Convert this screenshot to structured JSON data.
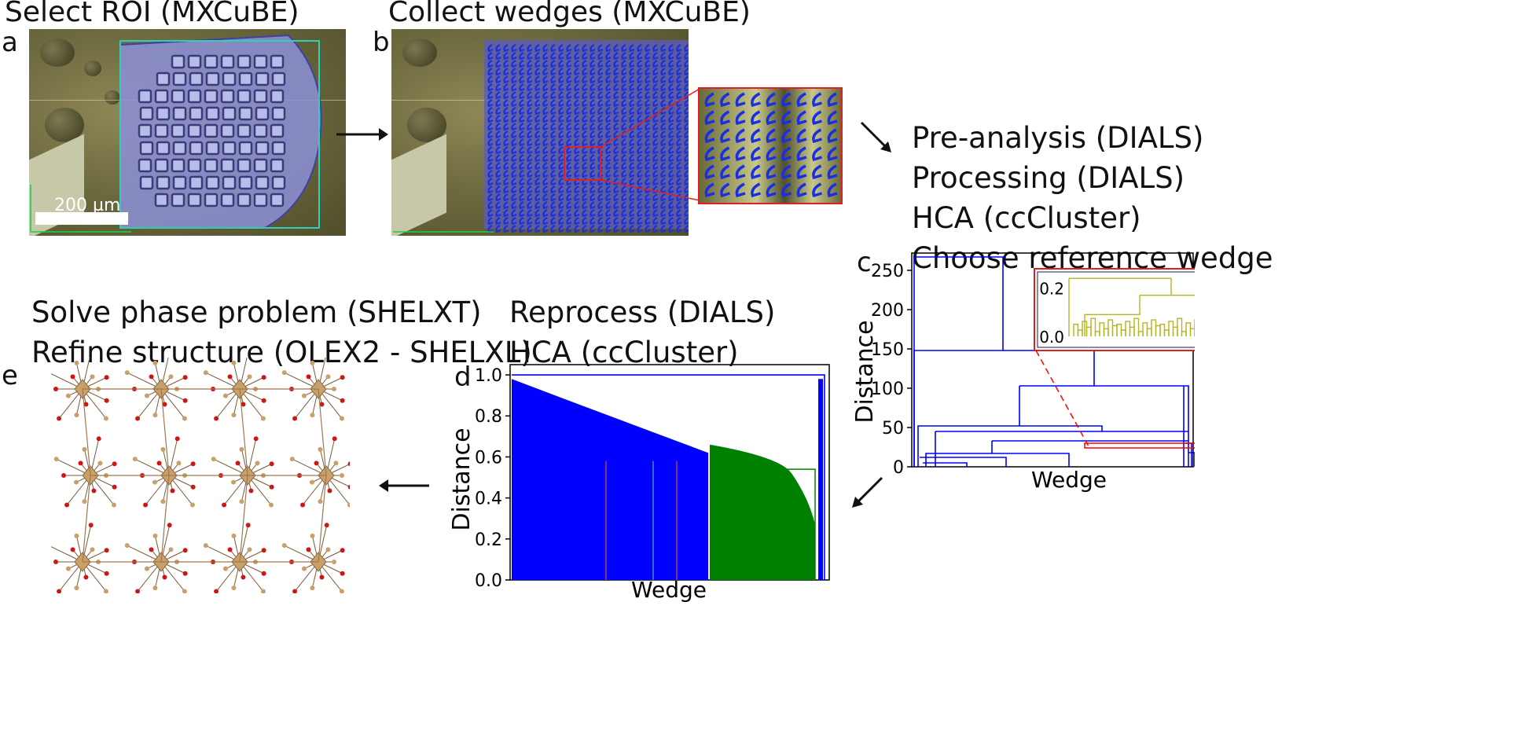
{
  "panels": {
    "a": {
      "letter": "a",
      "title": "Select ROI (MXCuBE)",
      "scalebar": "200 µm"
    },
    "b": {
      "letter": "b",
      "title": "Collect wedges (MXCuBE)"
    },
    "c": {
      "letter": "c",
      "steps": [
        "Pre-analysis (DIALS)",
        "Processing (DIALS)",
        "HCA (ccCluster)",
        "Choose reference wedge"
      ]
    },
    "d": {
      "letter": "d",
      "steps": [
        "Reprocess (DIALS)",
        "HCA (ccCluster)"
      ]
    },
    "e": {
      "letter": "e",
      "steps": [
        "Solve phase problem  (SHELXT)",
        "Refine structure (OLEX2 - SHELXL)"
      ]
    }
  },
  "colors": {
    "roi": "#8c8fd8",
    "roi_border": "#2fd0b5",
    "wedge": "#1a2fe0",
    "zoom_frame": "#e02020",
    "dendro_blue": "#0000ff",
    "dendro_green": "#008000",
    "inset_olive": "#b5b520",
    "red_dash": "#ff0000",
    "molecule_tan": "#c9a06a",
    "molecule_red": "#d01515"
  },
  "icons": {
    "arrow_right": "arrow-right-icon",
    "arrow_down_right": "arrow-down-right-icon",
    "arrow_down_left": "arrow-down-left-icon",
    "arrow_left": "arrow-left-icon"
  },
  "chart_data": [
    {
      "type": "dendrogram",
      "panel": "c",
      "xlabel": "Wedge",
      "ylabel": "Distance",
      "ylim": [
        0,
        270
      ],
      "yticks": [
        0,
        50,
        100,
        150,
        200,
        250
      ],
      "root_height": 267,
      "merge_heights": [
        267,
        148,
        103,
        52,
        45,
        33,
        17,
        12,
        5
      ],
      "inset": {
        "yticks": [
          0.0,
          0.2
        ],
        "ylim": [
          0,
          0.26
        ],
        "merge_heights": [
          0.24,
          0.17,
          0.09,
          0.05,
          0.02
        ]
      }
    },
    {
      "type": "dendrogram",
      "panel": "d",
      "xlabel": "Wedge",
      "ylabel": "Distance",
      "ylim": [
        0,
        1.05
      ],
      "yticks": [
        0.0,
        0.2,
        0.4,
        0.6,
        0.8,
        1.0
      ],
      "root_height": 1.0,
      "clusters": [
        {
          "color": "blue",
          "top_height": 0.98,
          "low_height": 0.62
        },
        {
          "color": "green",
          "top_height": 0.66,
          "low_height": 0.27
        }
      ]
    }
  ]
}
